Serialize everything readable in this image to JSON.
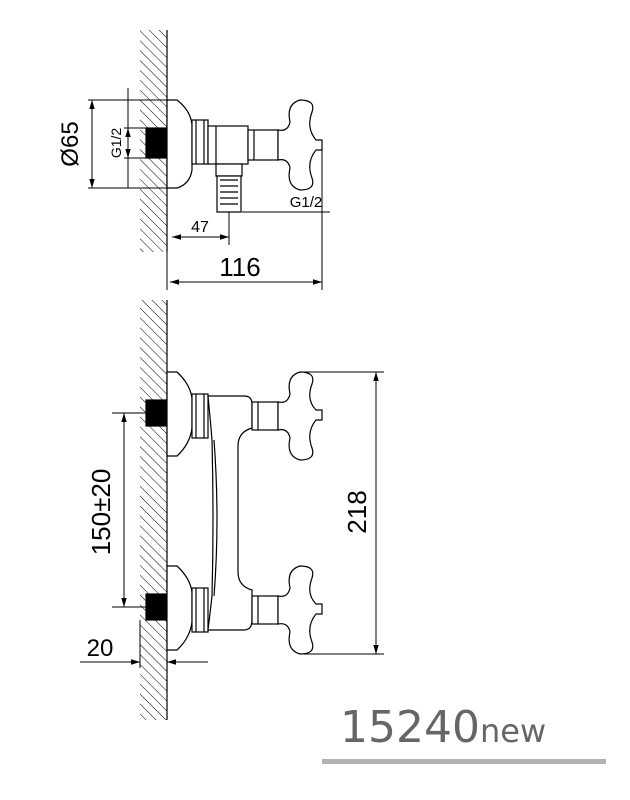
{
  "top_view": {
    "diameter_label": "Ø65",
    "thread_left_label": "G1/2",
    "thread_right_label": "G1/2",
    "offset_label": "47",
    "depth_label": "116"
  },
  "front_view": {
    "spacing_label": "150±20",
    "wall_label": "20",
    "height_label": "218"
  },
  "product": {
    "code": "15240",
    "suffix": "new",
    "underline_color": "#b3b3b3",
    "text_color": "#666666"
  }
}
